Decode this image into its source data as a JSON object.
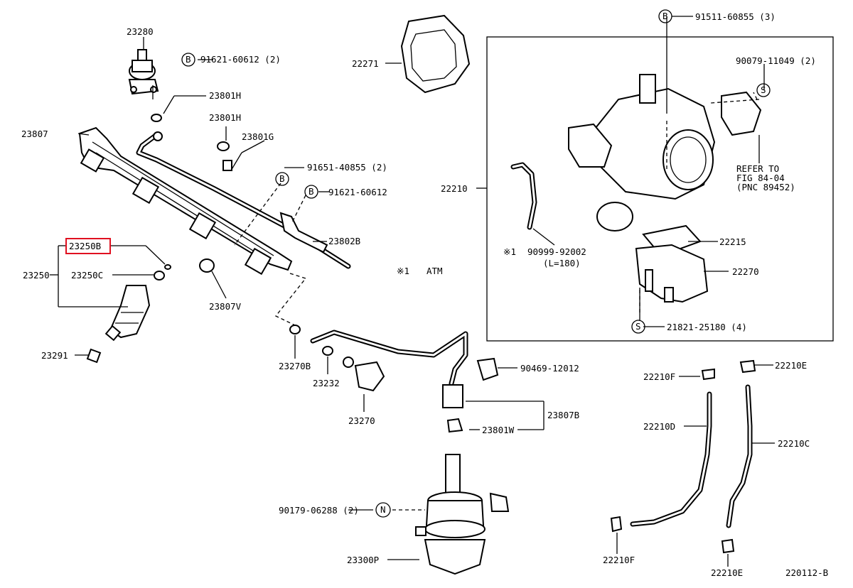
{
  "diagram": {
    "id": "220112-B",
    "highlighted_part": "23250B",
    "parts": {
      "p23280": "23280",
      "p91621_60612_2": "91621-60612 (2)",
      "p23801H_a": "23801H",
      "p23801H_b": "23801H",
      "p23801G": "23801G",
      "p23807": "23807",
      "p91651_40855": "91651-40855 (2)",
      "p91621_60612": "91621-60612",
      "p23802B": "23802B",
      "p23250B": "23250B",
      "p23250": "23250",
      "p23250C": "23250C",
      "p23807V": "23807V",
      "p23291": "23291",
      "p22271": "22271",
      "p22210": "22210",
      "p91511_60855": "91511-60855 (3)",
      "p90079_11049": "90079-11049 (2)",
      "refer_line1": "REFER TO",
      "refer_line2": "FIG 84-04",
      "refer_line3": "(PNC 89452)",
      "p90999_92002": "90999-92002",
      "p_mark1": "※1",
      "p_len": "(L=180)",
      "p22215": "22215",
      "p22270": "22270",
      "p21821_25180": "21821-25180 (4)",
      "atm_mark": "※1",
      "atm_text": "ATM",
      "p23270B": "23270B",
      "p23232": "23232",
      "p23270": "23270",
      "p90469_12012": "90469-12012",
      "p23807B": "23807B",
      "p23801W": "23801W",
      "p22210F_a": "22210F",
      "p22210E_a": "22210E",
      "p22210D": "22210D",
      "p22210C": "22210C",
      "p22210F_b": "22210F",
      "p22210E_b": "22210E",
      "p90179_06288": "90179-06288 (2)",
      "p23300P": "23300P",
      "fig_id": "220112-B"
    },
    "callouts": {
      "B": "B",
      "S": "S",
      "N": "N"
    }
  }
}
